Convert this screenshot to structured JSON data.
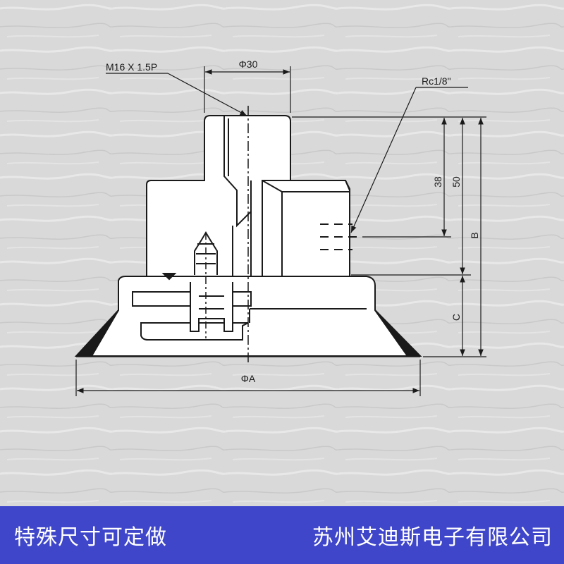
{
  "drawing": {
    "thread_label": "M16 X 1.5P",
    "top_diameter_label": "Φ30",
    "port_label": "Rc1/8\"",
    "dim_38": "38",
    "dim_50": "50",
    "dim_B": "B",
    "dim_C": "C",
    "dim_A": "ΦA"
  },
  "footer": {
    "slogan": "特殊尺寸可定做",
    "company": "苏州艾迪斯电子有限公司"
  },
  "colors": {
    "background": "#d9d9d9",
    "line": "#1a1a1a",
    "part_fill": "#ffffff",
    "footer": "#3f46c9",
    "footer_text": "#ffffff"
  }
}
